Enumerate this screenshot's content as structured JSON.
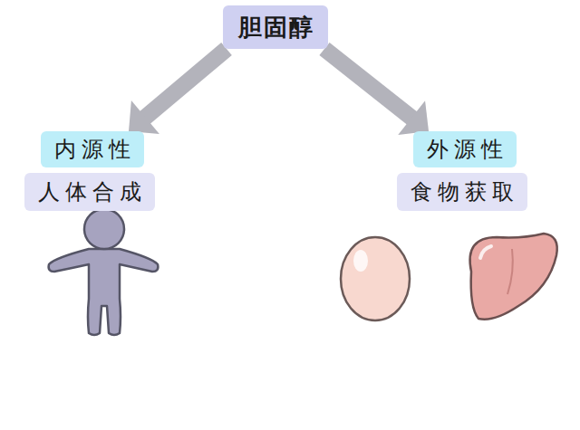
{
  "diagram": {
    "nodes": [
      {
        "text": [
          "胆固醇"
        ]
      },
      {
        "text": [
          "内源性"
        ]
      },
      {
        "text": [
          "人体合成"
        ]
      },
      {
        "text": [
          "外源性"
        ]
      },
      {
        "text": [
          "食物获取"
        ]
      }
    ],
    "edges": [
      {
        "from": 0,
        "to": 1,
        "arrow": "to"
      },
      {
        "from": 0,
        "to": 3,
        "arrow": "to"
      }
    ]
  }
}
